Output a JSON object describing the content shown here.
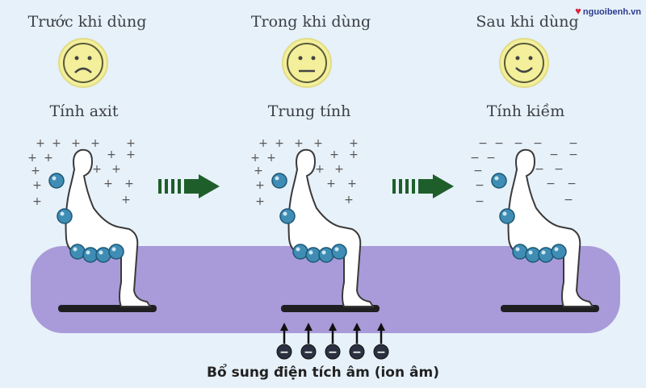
{
  "logo": {
    "text": "nguoibenh.vn"
  },
  "stages": [
    {
      "title": "Trước khi dùng",
      "state": "Tính axit",
      "mood": "sad-face",
      "charge": "+"
    },
    {
      "title": "Trong khi dùng",
      "state": "Trung tính",
      "mood": "neutral-face",
      "charge": "+"
    },
    {
      "title": "Sau khi dùng",
      "state": "Tính kiềm",
      "mood": "happy-face",
      "charge": "−"
    }
  ],
  "caption": "Bổ sung điện tích âm (ion âm)",
  "ion_symbol": "−",
  "colors": {
    "background": "#e7f1f9",
    "band": "#a99bd9",
    "face": "#f3ef9a",
    "arrow": "#1e5e2a",
    "bead": "#3f8db5",
    "figure_fill": "#ffffff"
  }
}
